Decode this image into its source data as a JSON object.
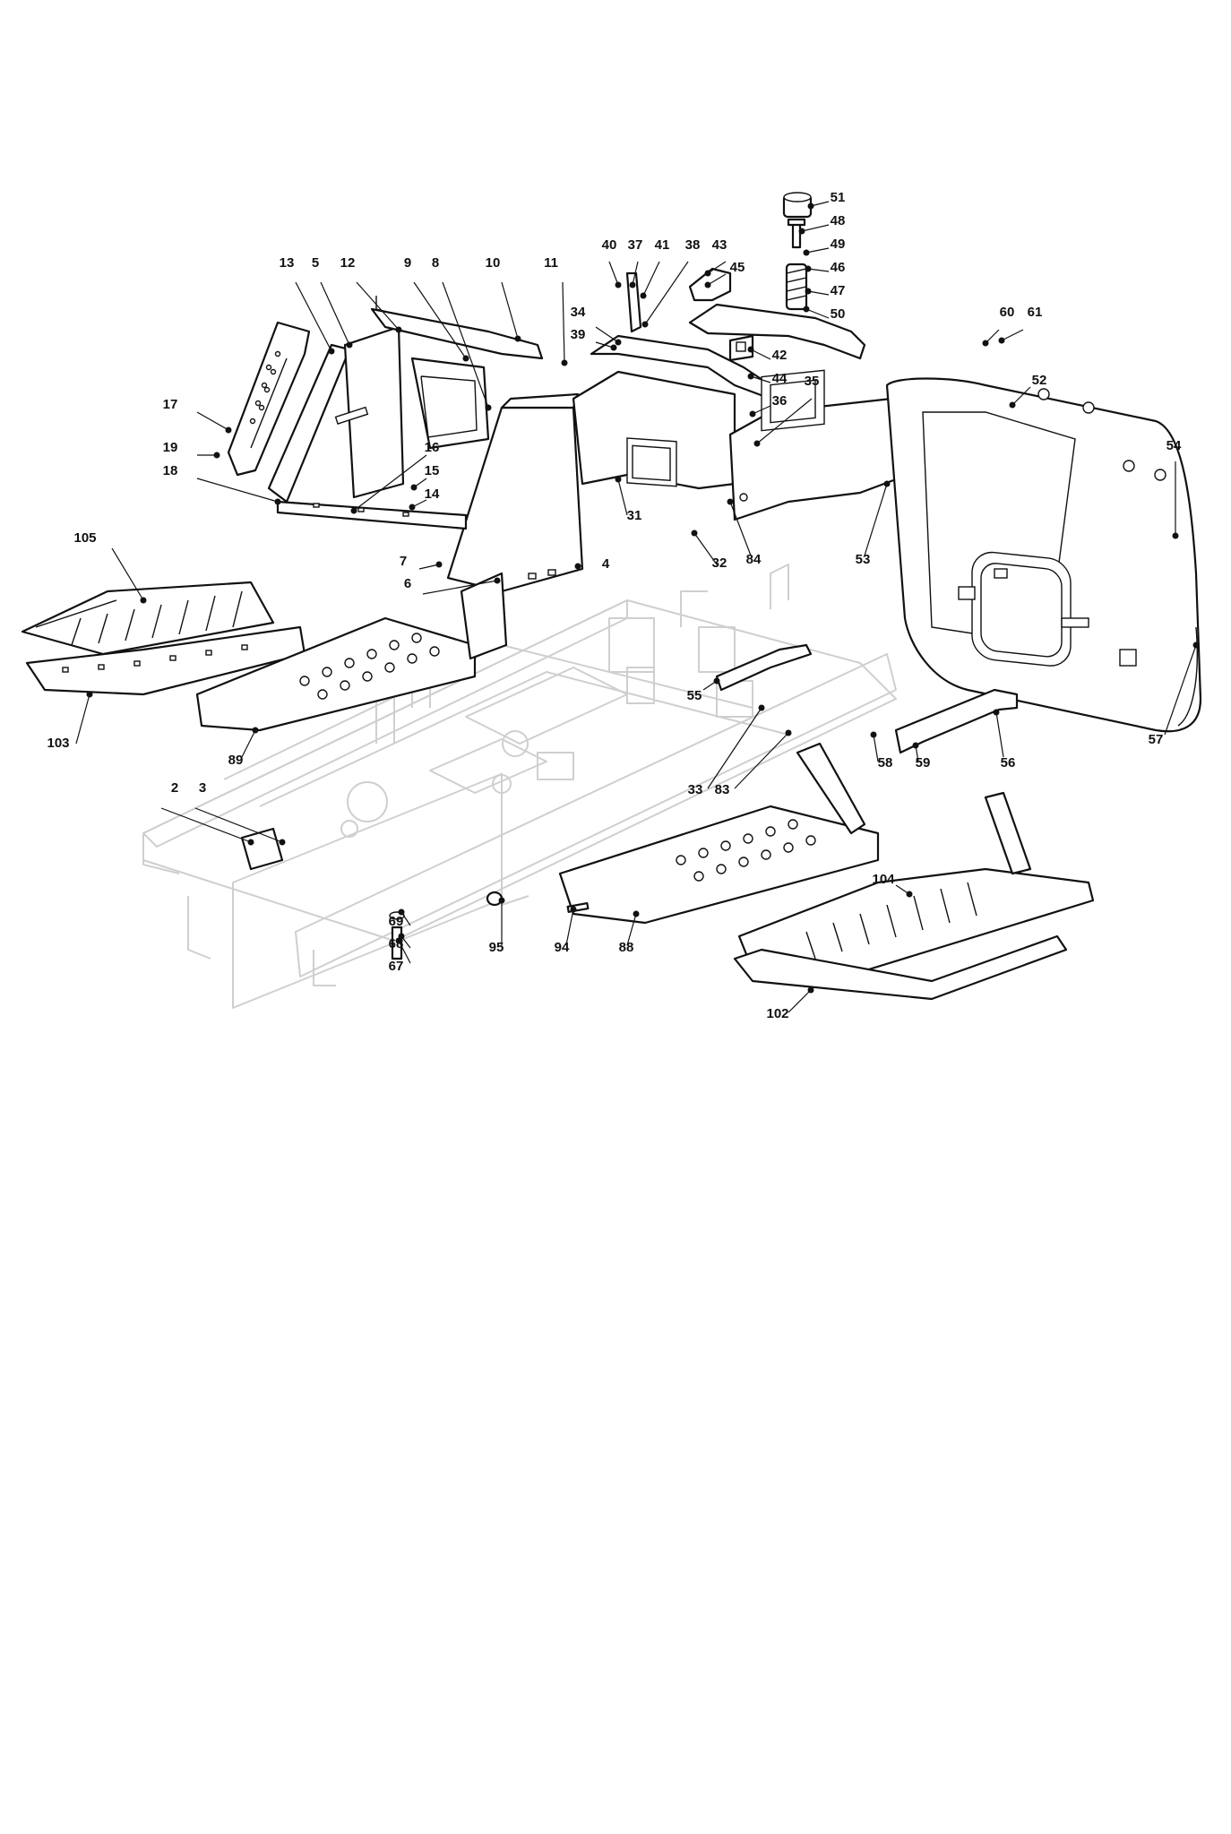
{
  "labels": [
    "2",
    "3",
    "4",
    "5",
    "6",
    "7",
    "8",
    "9",
    "10",
    "11",
    "12",
    "13",
    "14",
    "15",
    "16",
    "17",
    "18",
    "19",
    "31",
    "32",
    "33",
    "34",
    "35",
    "36",
    "37",
    "38",
    "39",
    "40",
    "41",
    "42",
    "43",
    "44",
    "45",
    "46",
    "47",
    "48",
    "49",
    "50",
    "51",
    "52",
    "53",
    "54",
    "55",
    "56",
    "57",
    "58",
    "59",
    "60",
    "61",
    "67",
    "68",
    "69",
    "83",
    "84",
    "88",
    "89",
    "94",
    "95",
    "102",
    "103",
    "104",
    "105"
  ]
}
